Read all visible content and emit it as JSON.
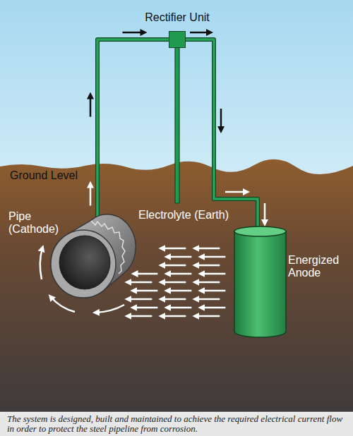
{
  "diagram": {
    "caption": "The system is designed, built and maintained to achieve the required electrical current flow in order to protect the steel pipeline from corrosion.",
    "nodes": [
      {
        "text": [
          "Rectifier Unit"
        ]
      },
      {
        "text": [
          "Pipe (Cathode)"
        ]
      },
      {
        "text": [
          "Energized Anode"
        ]
      }
    ],
    "edges": [
      {
        "from": 1,
        "to": 0,
        "arrow": "to"
      },
      {
        "from": 0,
        "to": 2,
        "arrow": "to"
      }
    ],
    "labels": [
      "Ground Level",
      "Electrolyte (Earth)"
    ]
  }
}
